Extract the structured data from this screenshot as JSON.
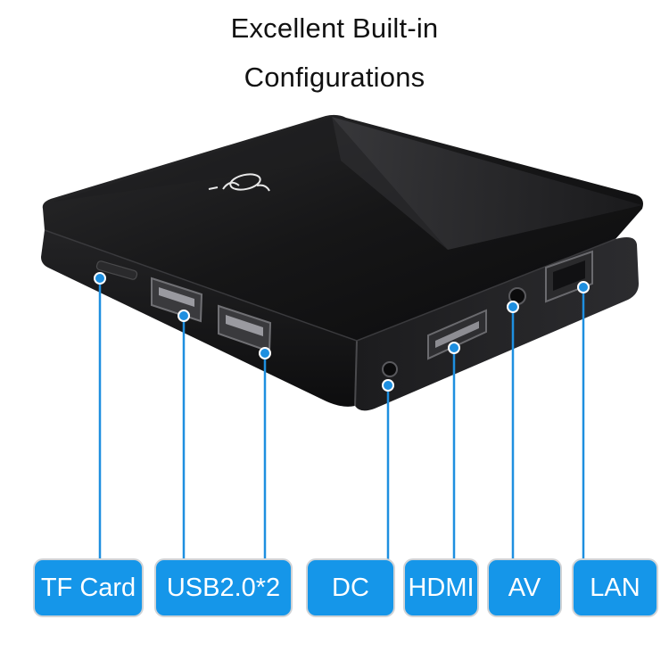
{
  "headline": {
    "line1": "Excellent  Built-in",
    "line2": "Configurations"
  },
  "ports": [
    {
      "id": "tf-card",
      "label": "TF Card"
    },
    {
      "id": "usb",
      "label": "USB2.0*2"
    },
    {
      "id": "dc",
      "label": "DC"
    },
    {
      "id": "hdmi",
      "label": "HDMI"
    },
    {
      "id": "av",
      "label": "AV"
    },
    {
      "id": "lan",
      "label": "LAN"
    }
  ],
  "colors": {
    "label_fill": "#1596e9",
    "label_border": "#d0d3d6",
    "leader_line": "#1e8fe0",
    "device_body": "#141414"
  }
}
